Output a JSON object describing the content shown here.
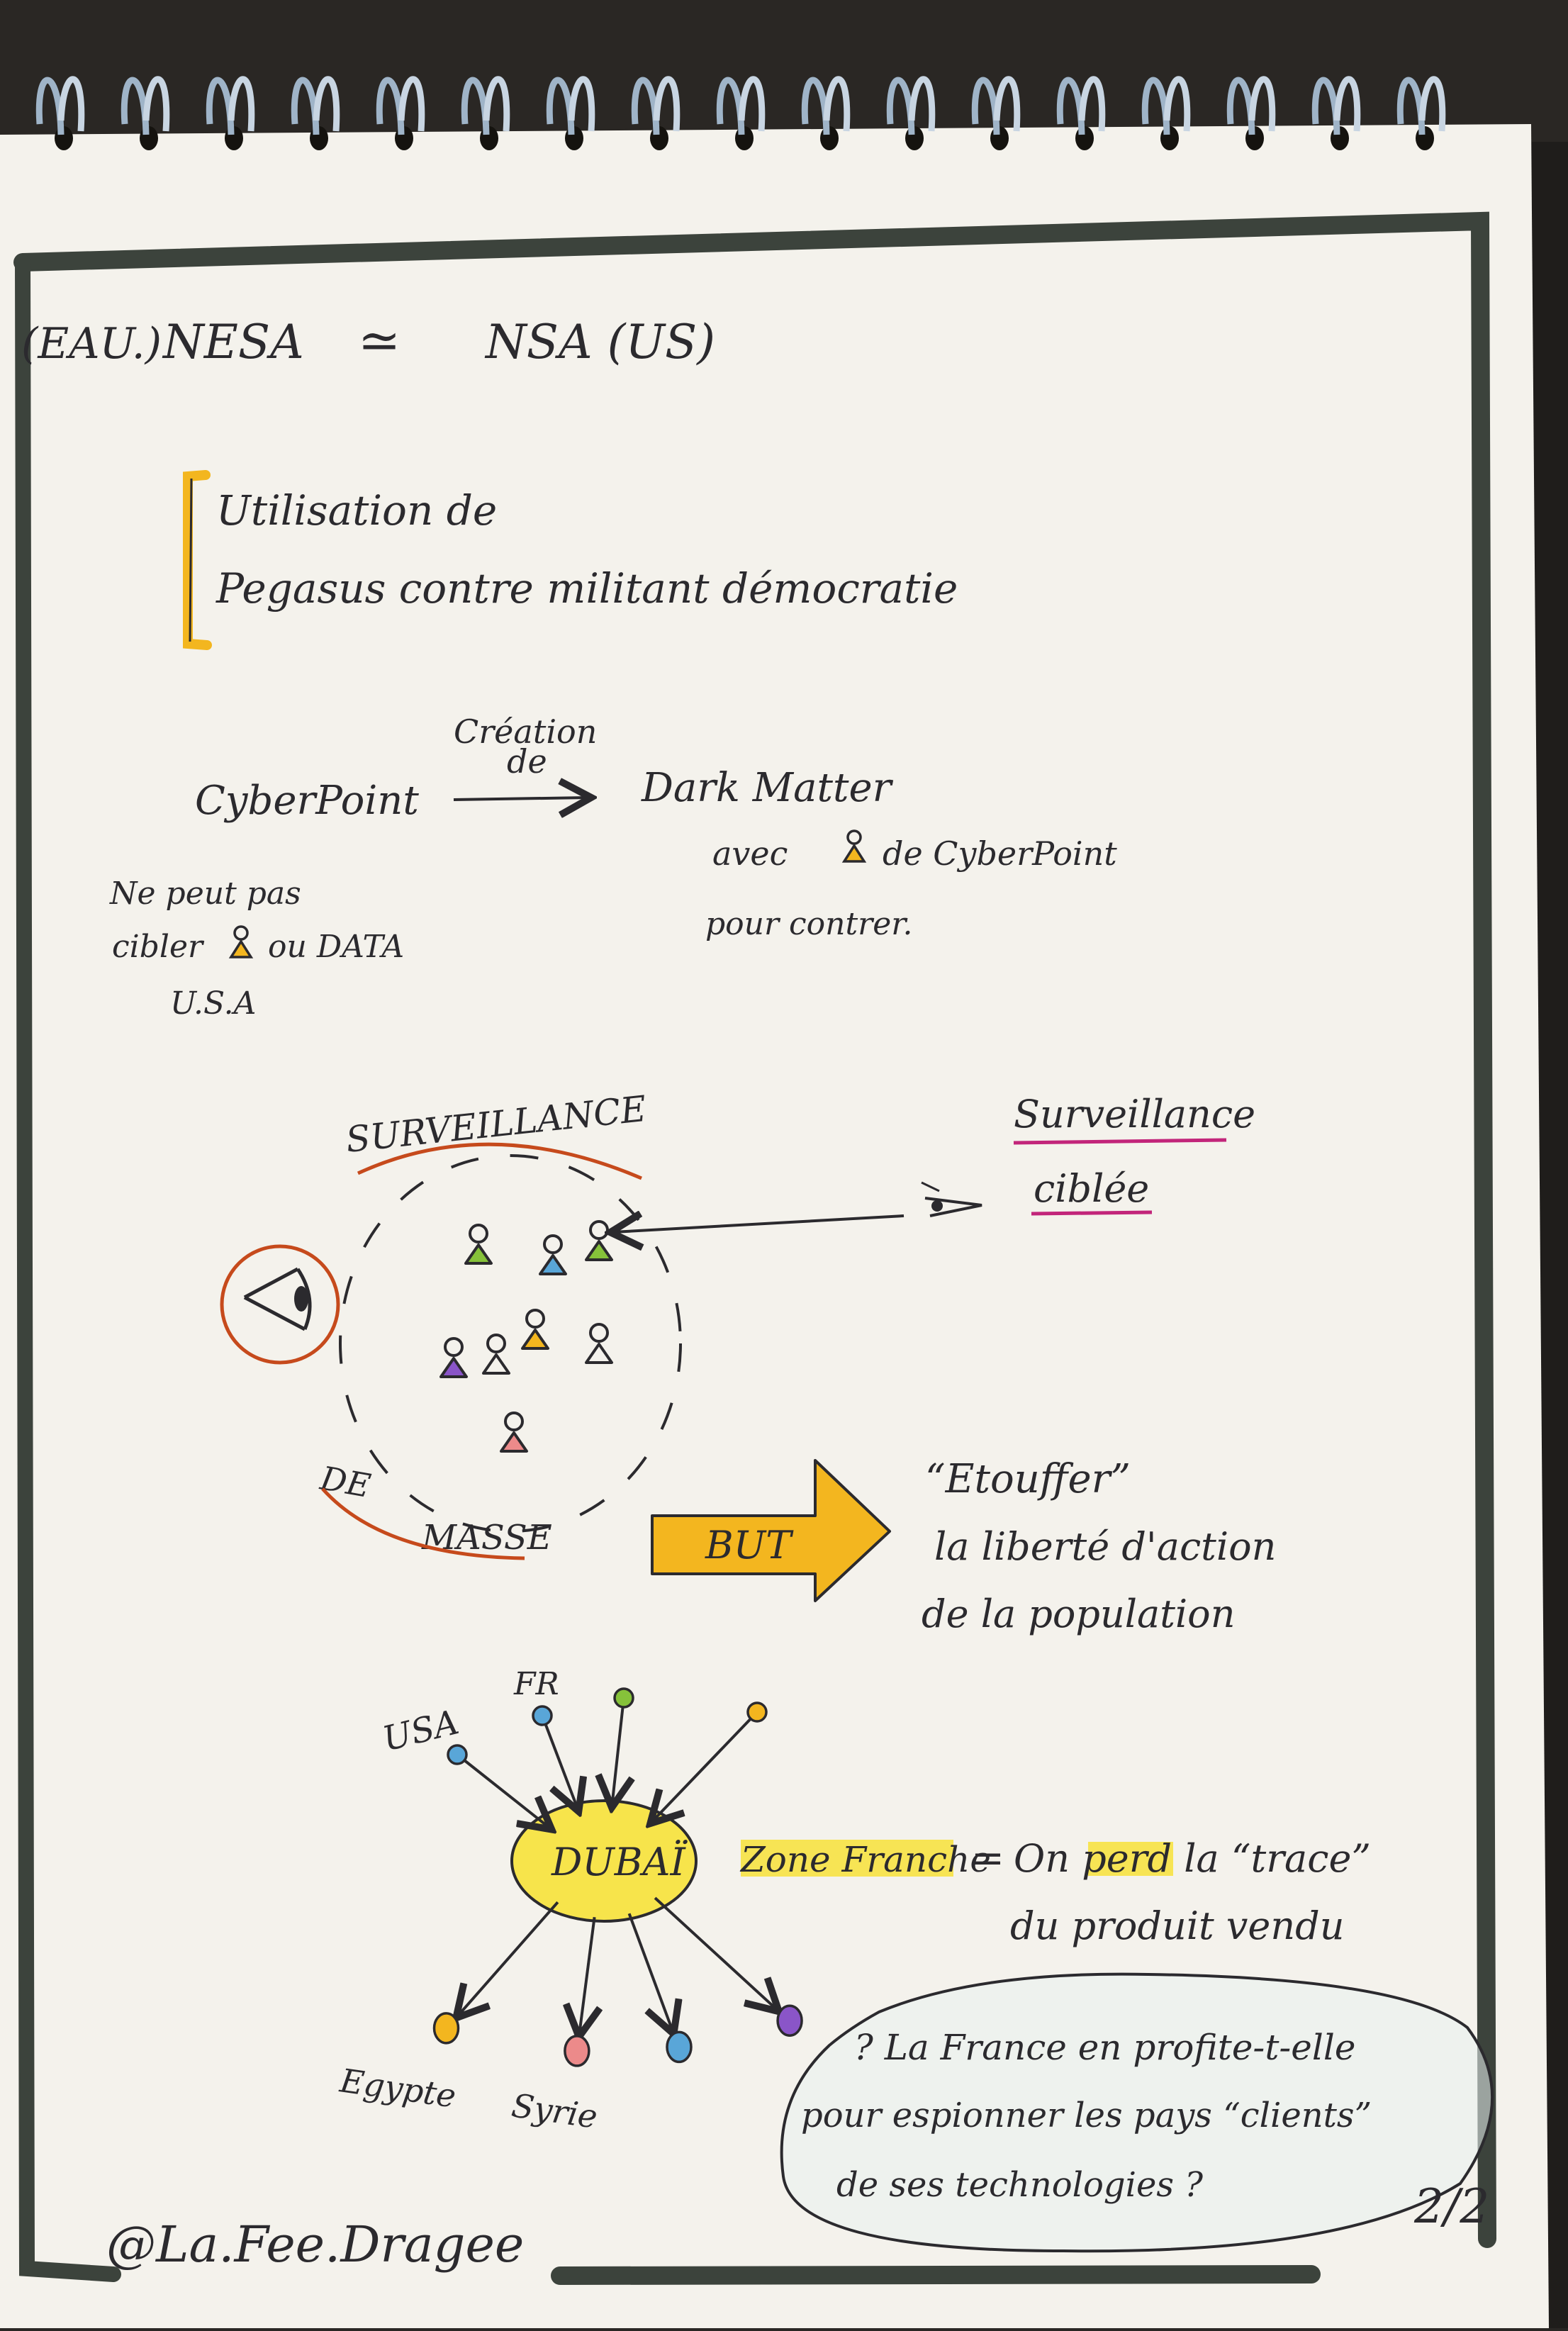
{
  "header": {
    "left": "(EAU.)",
    "nesa": "NESA",
    "approx": "≃",
    "nsa": "NSA (US)"
  },
  "pegasus": {
    "line1": "Utilisation de",
    "line2": "Pegasus contre militant démocratie"
  },
  "cyberpoint": {
    "source": "CyberPoint",
    "arrow_label_1": "Création",
    "arrow_label_2": "de",
    "target": "Dark Matter",
    "target_note_1": "avec",
    "target_note_2": "de CyberPoint",
    "target_note_3": "pour contrer.",
    "limit_1": "Ne peut pas",
    "limit_2": "cibler",
    "limit_3": "ou DATA",
    "limit_4": "U.S.A"
  },
  "surveillance": {
    "mass_top": "SURVEILLANCE",
    "mass_bottom_1": "DE",
    "mass_bottom_2": "MASSE",
    "targeted_1": "Surveillance",
    "targeted_2": "ciblée"
  },
  "goal": {
    "arrow_label": "BUT",
    "line1": "“Etouffer”",
    "line2": "la liberté d'action",
    "line3": "de la population"
  },
  "dubai": {
    "hub": "DUBAÏ",
    "in_usa": "USA",
    "in_fr": "FR",
    "zone": "Zone Franche",
    "equals": "=",
    "explain_1": "On perd la “trace”",
    "explain_2": "du produit vendu",
    "out_egypte": "Egypte",
    "out_syrie": "Syrie"
  },
  "question": {
    "line1": "? La France en profite-t-elle",
    "line2": "pour espionner les pays “clients”",
    "line3": "de ses technologies ?"
  },
  "footer": {
    "signature": "@La.Fee.Dragee",
    "page": "2/2"
  },
  "colors": {
    "ink": "#2b2a2e",
    "yellow": "#f3b61f",
    "highlight": "#f7e23a",
    "orange_red": "#c64a1c",
    "magenta": "#c2257a",
    "green": "#86c23a",
    "blue": "#59a6d8",
    "purple": "#8a55c8",
    "pink": "#ec8a8a",
    "page": "#f4f2ec",
    "border": "#3c433c",
    "spiral": "#9fb4c8"
  },
  "icons": [
    "person-icon",
    "eye-icon",
    "arrow-icon"
  ]
}
